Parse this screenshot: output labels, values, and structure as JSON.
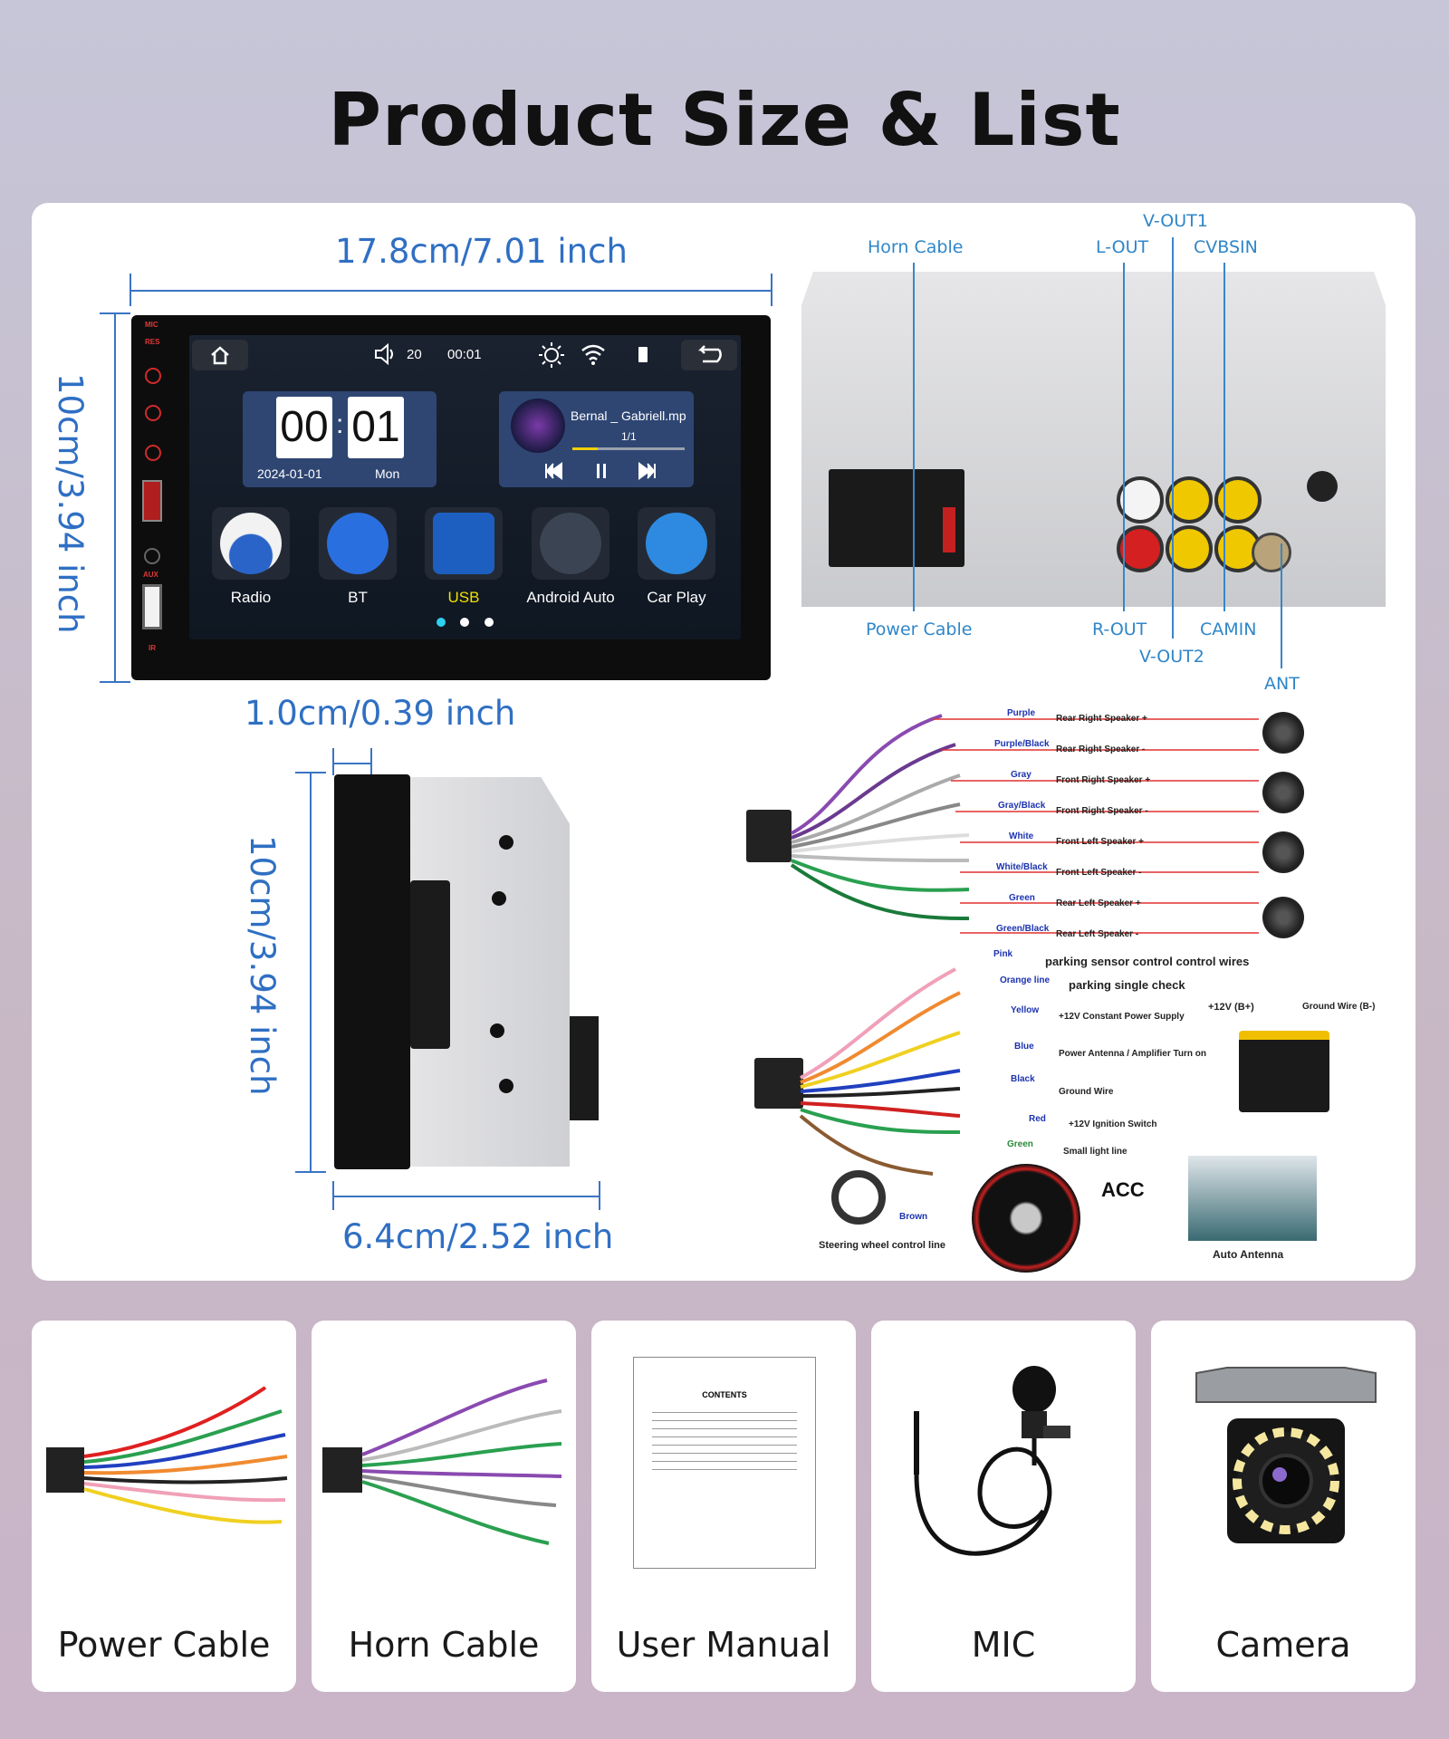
{
  "title": "Product Size & List",
  "dimensions": {
    "width": "17.8cm/7.01 inch",
    "height": "10cm/3.94 inch",
    "depth_front": "1.0cm/0.39 inch",
    "side_height": "10cm/3.94 inch",
    "side_depth": "6.4cm/2.52 inch"
  },
  "head_unit": {
    "side_labels": [
      "MIC",
      "RES",
      "AUX",
      "IR"
    ],
    "status": {
      "volume": "20",
      "time": "00:01"
    },
    "clock": {
      "hours": "00",
      "minutes": "01",
      "date": "2024-01-01",
      "day": "Mon"
    },
    "media": {
      "track": "Bernal _ Gabriell.mp",
      "count": "1/1"
    },
    "apps": [
      {
        "label": "Radio",
        "color": "#ffffff"
      },
      {
        "label": "BT",
        "color": "#ffffff"
      },
      {
        "label": "USB",
        "color": "#f0e000"
      },
      {
        "label": "Android Auto",
        "color": "#ffffff"
      },
      {
        "label": "Car Play",
        "color": "#ffffff"
      }
    ]
  },
  "rear_panel": {
    "labels": {
      "horn_cable": "Horn Cable",
      "v_out1": "V-OUT1",
      "l_out": "L-OUT",
      "cvbsin": "CVBSIN",
      "power_cable": "Power Cable",
      "r_out": "R-OUT",
      "camin": "CAMIN",
      "v_out2": "V-OUT2",
      "ant": "ANT"
    }
  },
  "speaker_wires": [
    {
      "color_name": "Purple",
      "desc": "Rear Right Speaker +"
    },
    {
      "color_name": "Purple/Black",
      "desc": "Rear Right Speaker -"
    },
    {
      "color_name": "Gray",
      "desc": "Front Right Speaker +"
    },
    {
      "color_name": "Gray/Black",
      "desc": "Front Right Speaker -"
    },
    {
      "color_name": "White",
      "desc": "Front Left Speaker +"
    },
    {
      "color_name": "White/Black",
      "desc": "Front Left Speaker -"
    },
    {
      "color_name": "Green",
      "desc": "Rear Left Speaker +"
    },
    {
      "color_name": "Green/Black",
      "desc": "Rear Left Speaker -"
    }
  ],
  "power_wires": [
    {
      "color_name": "Pink",
      "desc": "parking sensor control control wires"
    },
    {
      "color_name": "Orange line",
      "desc": "parking single check"
    },
    {
      "color_name": "Yellow",
      "desc": "+12V Constant Power Supply"
    },
    {
      "color_name": "Blue",
      "desc": "Power Antenna / Amplifier Turn on"
    },
    {
      "color_name": "Black",
      "desc": "Ground Wire"
    },
    {
      "color_name": "Red",
      "desc": "+12V  Ignition Switch"
    },
    {
      "color_name": "Green",
      "desc": "Small light line"
    }
  ],
  "battery": {
    "plus": "+12V  (B+)",
    "ground": "Ground Wire (B-)"
  },
  "misc": {
    "brown": "Brown",
    "steering": "Steering wheel control line",
    "acc": "ACC",
    "antenna": "Auto Antenna"
  },
  "accessories": [
    "Power Cable",
    "Horn Cable",
    "User Manual",
    "MIC",
    "Camera"
  ],
  "manual_heading": "CONTENTS"
}
